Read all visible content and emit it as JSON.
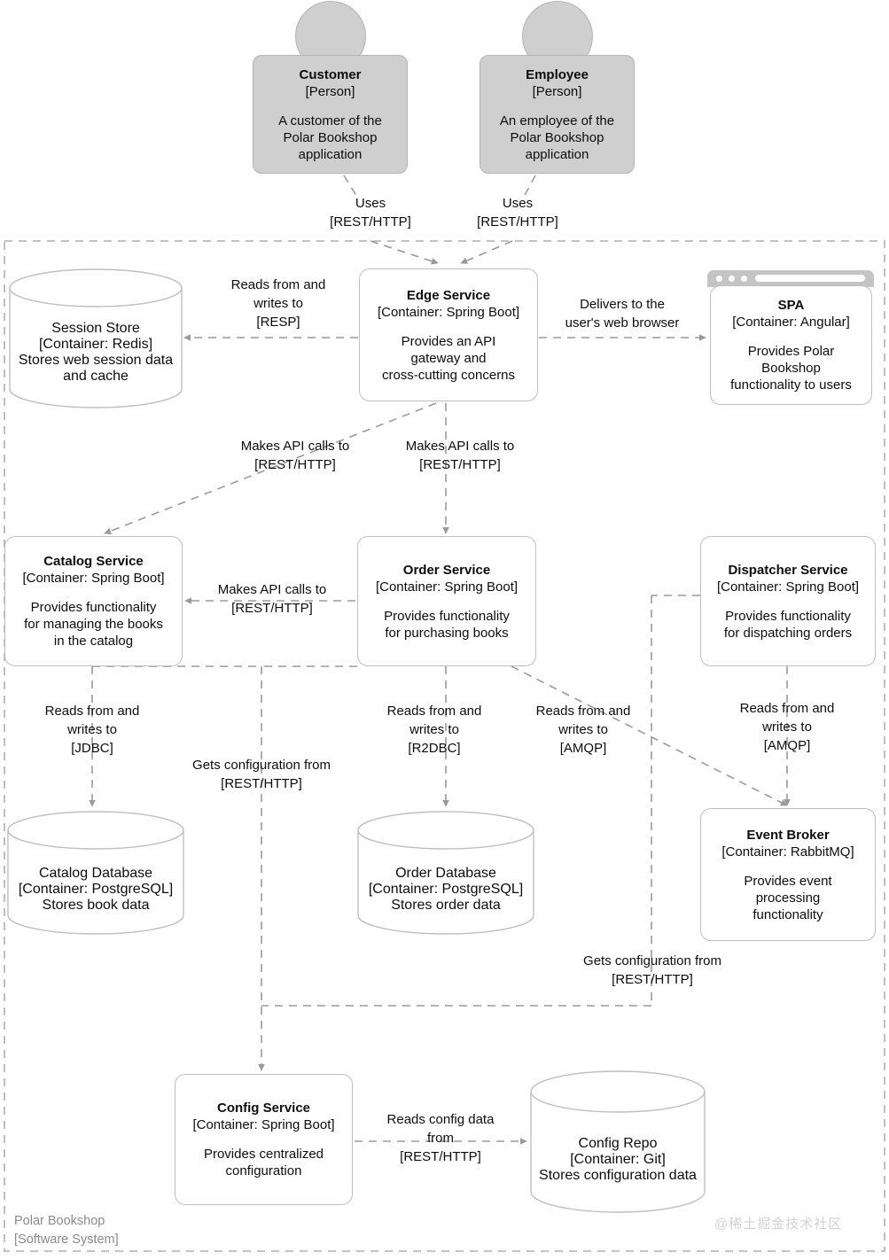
{
  "diagram": {
    "type": "c4-container-diagram",
    "boundary": {
      "name": "Polar Bookshop",
      "tech": "[Software System]",
      "caption": "Polar Bookshop\n[Software System]"
    },
    "watermark": "@稀土掘金技术社区",
    "colors": {
      "person_fill": "#cfcfcf",
      "person_stroke": "#b4b4b4",
      "container_fill": "#ffffff",
      "container_stroke": "#bfbfbf",
      "edge_stroke": "#9a9a9a",
      "boundary_stroke": "#b0b0b0",
      "text": "#0d0d0d",
      "caption_text": "#8a8a8a",
      "watermark_text": "#d2d2d2"
    }
  },
  "nodes": {
    "customer": {
      "title": "Customer",
      "tech": "[Person]",
      "desc": "A customer of the\nPolar Bookshop\napplication"
    },
    "employee": {
      "title": "Employee",
      "tech": "[Person]",
      "desc": "An employee of the\nPolar Bookshop\napplication"
    },
    "session_store": {
      "title": "Session Store",
      "tech": "[Container: Redis]",
      "desc": "Stores web session\ndata and cache"
    },
    "edge_service": {
      "title": "Edge Service",
      "tech": "[Container: Spring Boot]",
      "desc": "Provides an API\ngateway and\ncross-cutting concerns"
    },
    "spa": {
      "title": "SPA",
      "tech": "[Container: Angular]",
      "desc": "Provides Polar\nBookshop\nfunctionality to users"
    },
    "catalog_service": {
      "title": "Catalog Service",
      "tech": "[Container: Spring Boot]",
      "desc": "Provides functionality\nfor managing the books\nin the catalog"
    },
    "order_service": {
      "title": "Order Service",
      "tech": "[Container: Spring Boot]",
      "desc": "Provides functionality\nfor purchasing books"
    },
    "dispatcher_service": {
      "title": "Dispatcher Service",
      "tech": "[Container: Spring Boot]",
      "desc": "Provides functionality\nfor dispatching orders"
    },
    "catalog_database": {
      "title": "Catalog Database",
      "tech": "[Container: PostgreSQL]",
      "desc": "Stores book data"
    },
    "order_database": {
      "title": "Order Database",
      "tech": "[Container: PostgreSQL]",
      "desc": "Stores order data"
    },
    "event_broker": {
      "title": "Event Broker",
      "tech": "[Container: RabbitMQ]",
      "desc": "Provides event\nprocessing\nfunctionality"
    },
    "config_service": {
      "title": "Config Service",
      "tech": "[Container: Spring Boot]",
      "desc": "Provides centralized\nconfiguration"
    },
    "config_repo": {
      "title": "Config Repo",
      "tech": "[Container: Git]",
      "desc": "Stores configuration\ndata"
    }
  },
  "edges": {
    "customer_uses_edge": {
      "label": "Uses\n[REST/HTTP]",
      "from": "customer",
      "to": "edge_service"
    },
    "employee_uses_edge": {
      "label": "Uses\n[REST/HTTP]",
      "from": "employee",
      "to": "edge_service"
    },
    "edge_to_session": {
      "label": "Reads from and\nwrites to\n[RESP]",
      "from": "edge_service",
      "to": "session_store"
    },
    "edge_to_spa": {
      "label": "Delivers to the\nuser's web browser",
      "from": "edge_service",
      "to": "spa"
    },
    "edge_to_catalog": {
      "label": "Makes API calls to\n[REST/HTTP]",
      "from": "edge_service",
      "to": "catalog_service"
    },
    "edge_to_order": {
      "label": "Makes API calls to\n[REST/HTTP]",
      "from": "edge_service",
      "to": "order_service"
    },
    "order_to_catalog": {
      "label": "Makes API calls to\n[REST/HTTP]",
      "from": "order_service",
      "to": "catalog_service"
    },
    "catalog_to_db": {
      "label": "Reads from and\nwrites to\n[JDBC]",
      "from": "catalog_service",
      "to": "catalog_database"
    },
    "order_to_db": {
      "label": "Reads from and\nwrites to\n[R2DBC]",
      "from": "order_service",
      "to": "order_database"
    },
    "order_to_broker": {
      "label": "Reads from and\nwrites to\n[AMQP]",
      "from": "order_service",
      "to": "event_broker"
    },
    "dispatcher_to_broker": {
      "label": "Reads from and\nwrites to\n[AMQP]",
      "from": "dispatcher_service",
      "to": "event_broker"
    },
    "services_to_config": {
      "label": "Gets configuration from\n[REST/HTTP]",
      "from": "catalog_service,order_service",
      "to": "config_service"
    },
    "dispatcher_to_config": {
      "label": "Gets configuration from\n[REST/HTTP]",
      "from": "dispatcher_service",
      "to": "config_service"
    },
    "config_to_repo": {
      "label": "Reads config data\nfrom\n[REST/HTTP]",
      "from": "config_service",
      "to": "config_repo"
    }
  }
}
